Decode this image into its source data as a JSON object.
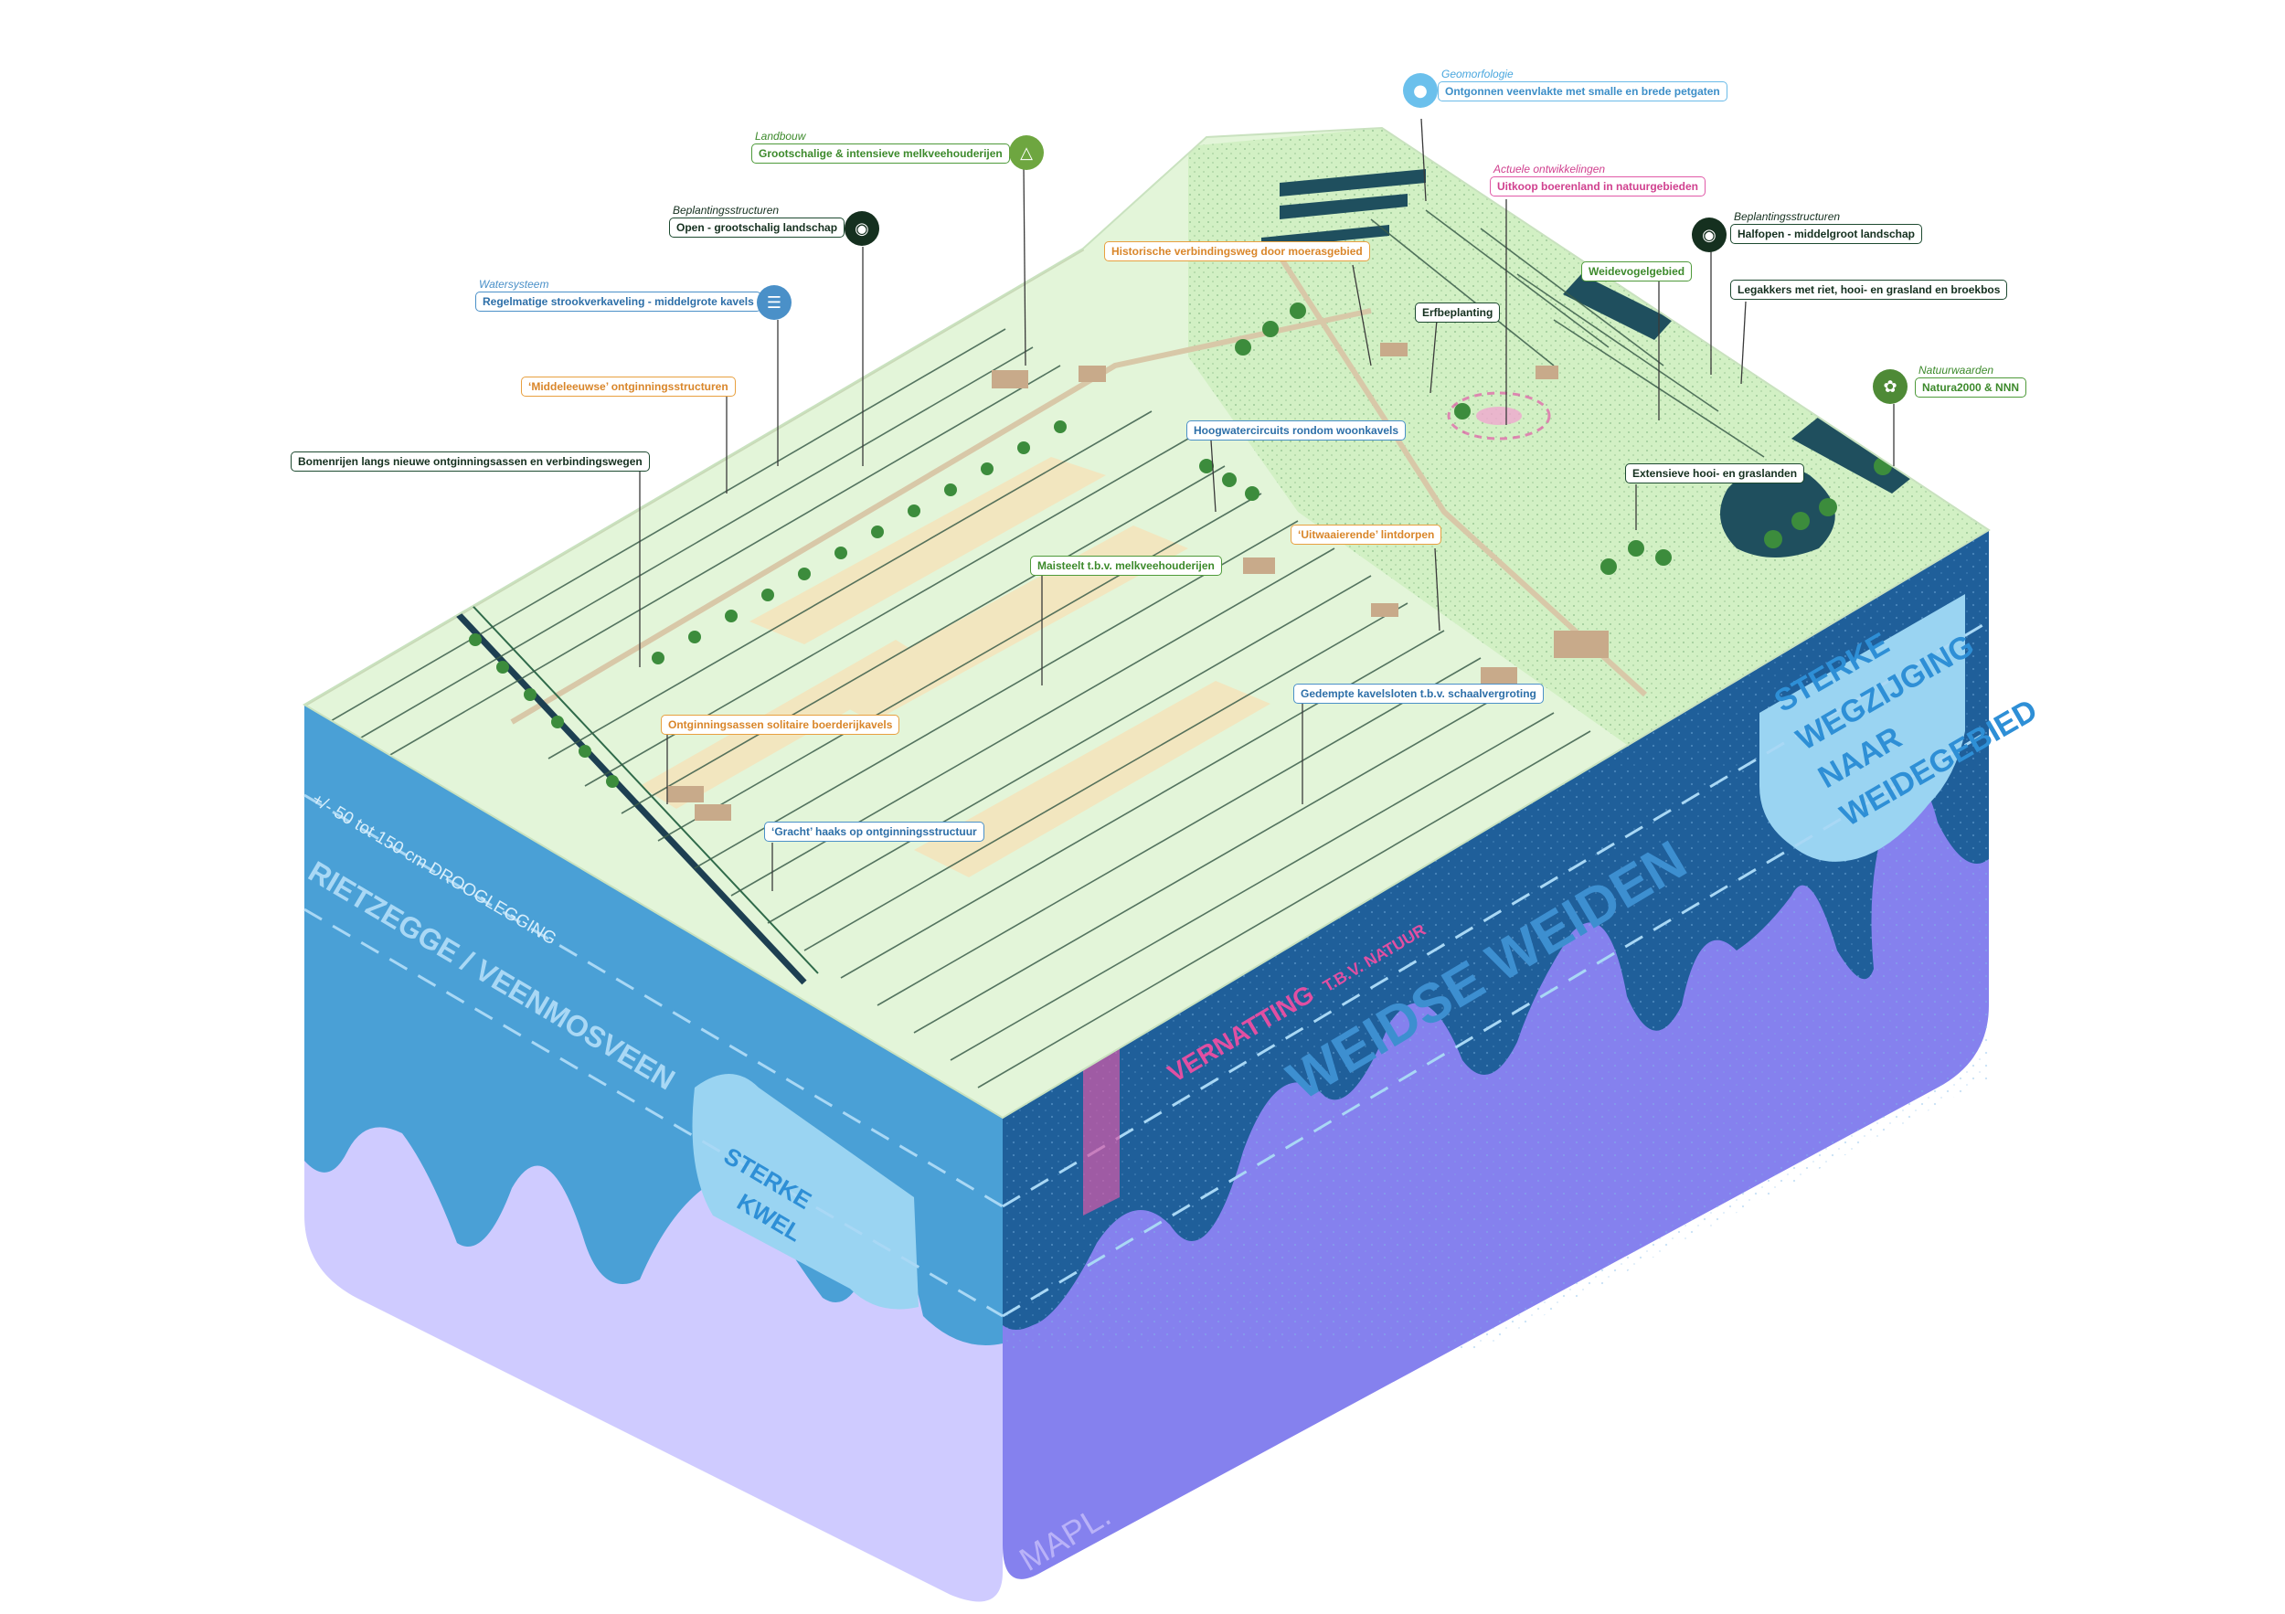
{
  "labels": {
    "wegzijging": [
      "STERKE",
      "WEGZIJGING",
      "NAAR",
      "WEIDEGEBIED"
    ],
    "droogl": "+/- 50 tot 150 cm DROOGLEGGING",
    "rietzegge": "RIETZEGGE / VEENMOSVEEN",
    "kwel": [
      "STERKE",
      "KWEL"
    ],
    "vernatting": "VERNATTING",
    "tbv": "T.B.V. NATUUR",
    "weidse": "WEIDSE WEIDEN",
    "brand": "MAPL."
  },
  "colors": {
    "land": "#e3f5d9",
    "field": "#f2e6bf",
    "water_left": "#4aa0d6",
    "water_front": "#1f5f9a",
    "soil_left": "#cfcbff",
    "soil_front": "#8581ee",
    "pink": "#e15aa8"
  },
  "callouts": [
    {
      "id": "geomorfologie",
      "category": "Geomorfologie",
      "text": "Ontgonnen veenvlakte met smalle en brede petgaten",
      "icon": "water-icon"
    },
    {
      "id": "landbouw",
      "category": "Landbouw",
      "text": "Grootschalige & intensieve melkveehouderijen",
      "icon": "cow-icon"
    },
    {
      "id": "actuele",
      "category": "Actuele ontwikkelingen",
      "text": "Uitkoop boerenland in natuurgebieden"
    },
    {
      "id": "beplanting1",
      "category": "Beplantingsstructuren",
      "text": "Open - grootschalig landschap",
      "icon": "eye-icon"
    },
    {
      "id": "beplanting2",
      "category": "Beplantingsstructuren",
      "text": "Halfopen - middelgroot landschap",
      "icon": "eye-icon"
    },
    {
      "id": "historische",
      "text": "Historische verbindingsweg door moerasgebied"
    },
    {
      "id": "weidevogel",
      "text": "Weidevogelgebied"
    },
    {
      "id": "watersysteem",
      "category": "Watersysteem",
      "text": "Regelmatige strookverkaveling - middelgrote kavels",
      "icon": "ditch-icon"
    },
    {
      "id": "erfbeplanting",
      "text": "Erfbeplanting"
    },
    {
      "id": "legakkers",
      "text": "Legakkers met riet, hooi- en grasland en broekbos"
    },
    {
      "id": "middeleeuwse",
      "text": "‘Middeleeuwse’ ontginningsstructuren"
    },
    {
      "id": "natuurwaarden",
      "category": "Natuurwaarden",
      "text": "Natura2000 & NNN",
      "icon": "leaf-icon"
    },
    {
      "id": "hoogwater",
      "text": "Hoogwatercircuits rondom woonkavels"
    },
    {
      "id": "bomenrijen",
      "text": "Bomenrijen langs nieuwe ontginningsassen en verbindingswegen"
    },
    {
      "id": "extensieve",
      "text": "Extensieve hooi- en graslanden"
    },
    {
      "id": "uitwaaierende",
      "text": "‘Uitwaaierende’ lintdorpen"
    },
    {
      "id": "maisteelt",
      "text": "Maisteelt t.b.v. melkveehouderijen"
    },
    {
      "id": "gedempte",
      "text": "Gedempte kavelsloten t.b.v. schaalvergroting"
    },
    {
      "id": "ontginningsassen",
      "text": "Ontginningsassen solitaire boerderijkavels"
    },
    {
      "id": "gracht",
      "text": "‘Gracht’ haaks op ontginningsstructuur"
    }
  ]
}
